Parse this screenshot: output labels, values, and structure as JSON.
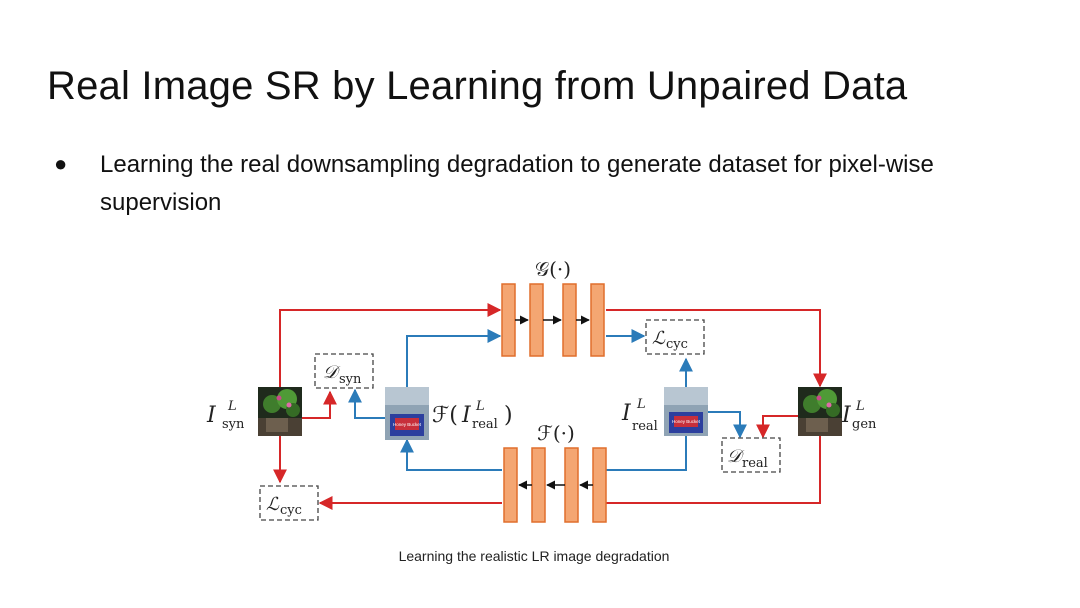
{
  "slide": {
    "title": "Real Image SR by Learning from Unpaired Data",
    "bullets": [
      "Learning the real downsampling degradation to generate dataset for pixel-wise supervision"
    ],
    "caption": "Learning the realistic LR image degradation"
  },
  "diagram": {
    "generator_label": "𝒢(·)",
    "downsampler_label": "ℱ(·)",
    "nodes": {
      "i_syn": {
        "symbol": "I",
        "sup": "L",
        "sub": "syn"
      },
      "f_i_real": {
        "prefix": "ℱ(",
        "symbol": "I",
        "sup": "L",
        "sub": "real",
        "suffix": ")"
      },
      "i_real": {
        "symbol": "I",
        "sup": "L",
        "sub": "real"
      },
      "i_gen": {
        "symbol": "I",
        "sup": "L",
        "sub": "gen"
      }
    },
    "losses": {
      "d_syn": {
        "symbol": "𝒟",
        "sub": "syn"
      },
      "d_real": {
        "symbol": "𝒟",
        "sub": "real"
      },
      "l_cyc_top": {
        "symbol": "ℒ",
        "sub": "cyc"
      },
      "l_cyc_bottom": {
        "symbol": "ℒ",
        "sub": "cyc"
      }
    },
    "thumbnail_sign_text": "Honey Bucket",
    "colors": {
      "red_path": "#d62728",
      "blue_path": "#2b7bb9",
      "network_block": "#f4a672",
      "network_border": "#e06f2c"
    }
  }
}
